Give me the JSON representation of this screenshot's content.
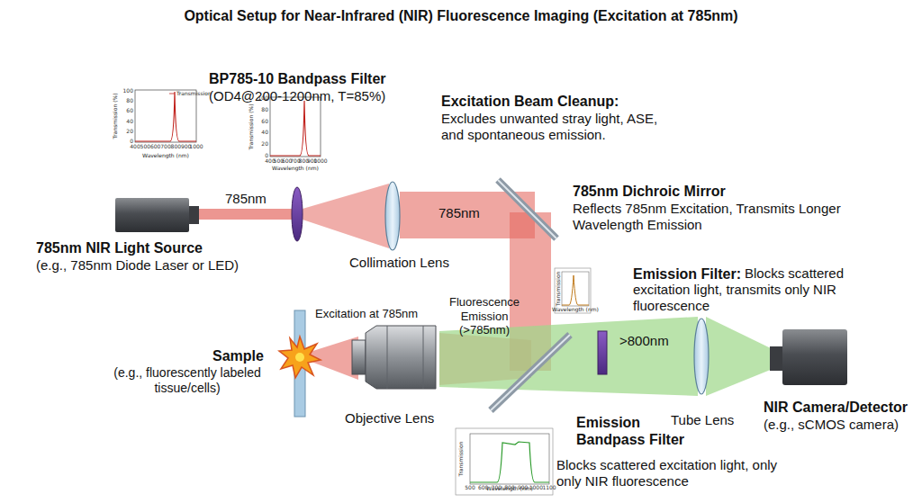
{
  "diagram": {
    "title": "Optical Setup for Near-Infrared (NIR) Fluorescence Imaging (Excitation at 785nm)",
    "labels": [
      "BP785-10 Bandpass Filter",
      "(OD4@200-1200nm, T=85%)",
      "Excitation Beam Cleanup:",
      "Excludes unwanted stray light, ASE, and spontaneous emission.",
      "785nm",
      "785nm",
      "785nm Dichroic Mirror",
      "Reflects 785nm Excitation, Transmits Longer Wavelength Emission",
      "785nm NIR Light Source",
      "(e.g., 785nm Diode Laser or LED)",
      "Collimation Lens",
      "Emission Filter:",
      "Blocks scattered excitation light, transmits only NIR fluorescence",
      "Fluorescence Emission (>785nm)",
      "Excitation at 785nm",
      "Sample",
      "(e.g., fluorescently labeled tissue/cells)",
      "Objective Lens",
      ">800nm",
      "Tube Lens",
      "NIR Camera/Detector",
      "(e.g., sCMOS camera)",
      "Emission Bandpass Filter",
      "Blocks scattered excitation light, only only NIR fluorescence",
      "Transmission (%)",
      "Wavelength (nm)",
      "Transmission",
      "0",
      "20",
      "40",
      "60",
      "80",
      "100",
      "400",
      "500",
      "600",
      "700",
      "800",
      "900",
      "1000",
      "Transmission (%)",
      "Wavelength (nm)",
      "0",
      "20",
      "40",
      "60",
      "80",
      "100",
      "400",
      "500",
      "600",
      "700",
      "800",
      "900",
      "1000",
      "Transmission",
      "Wavelength (nm)",
      "Transmission",
      "Wavelength (nm)",
      "500",
      "600",
      "700",
      "800",
      "900",
      "1000",
      "1100"
    ]
  }
}
